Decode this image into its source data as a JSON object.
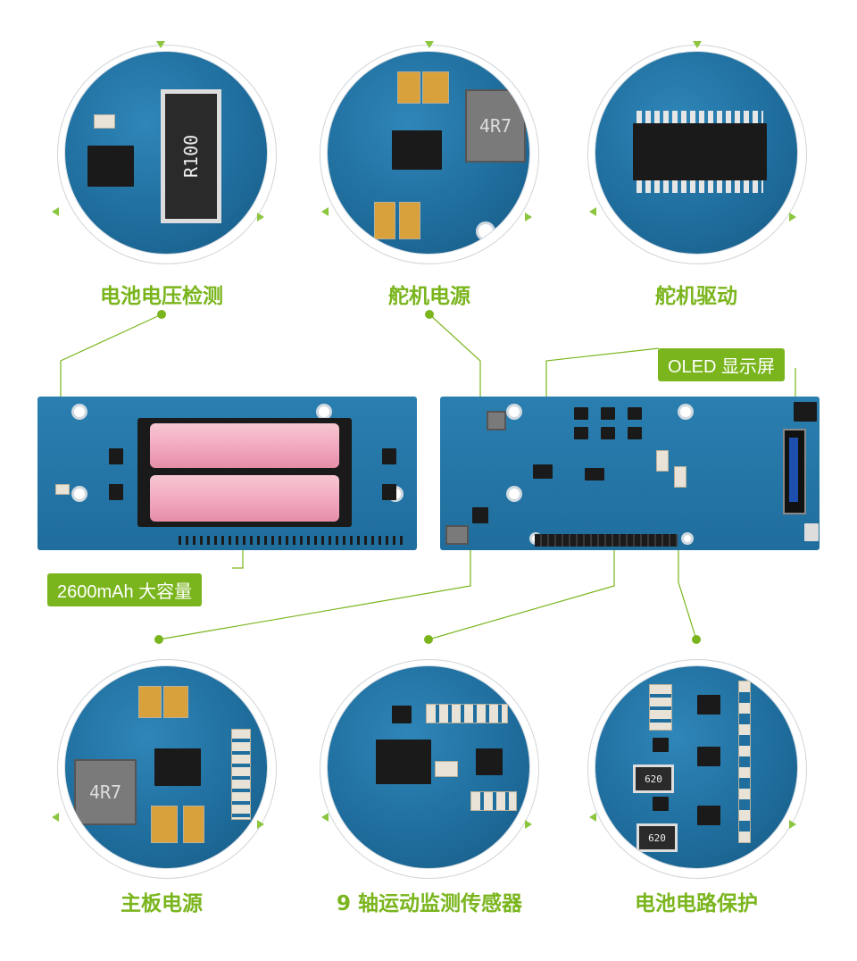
{
  "top_labels": [
    "电池电压检测",
    "舵机电源",
    "舵机驱动"
  ],
  "bottom_labels": [
    "主板电源",
    "9 轴运动监测传感器",
    "电池电路保护"
  ],
  "badges": {
    "oled": "OLED 显示屏",
    "battery": "2600mAh 大容量"
  },
  "component_marks": {
    "resistor_r100": "R100",
    "inductor_4r7_top": "4R7",
    "inductor_4r7_bottom": "4R7",
    "resistor_620_a": "620",
    "resistor_620_b": "620"
  },
  "colors": {
    "accent": "#7ab51d",
    "pcb": "#1f6e9e"
  }
}
